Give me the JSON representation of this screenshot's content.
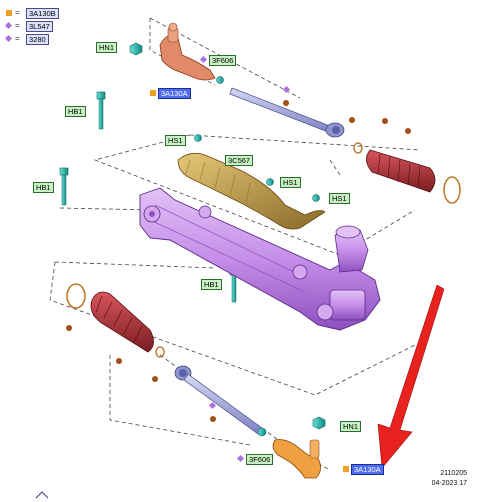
{
  "legend": [
    {
      "code": "3A130B",
      "marker": "square-orange",
      "eq": "="
    },
    {
      "code": "3L547",
      "marker": "diamond-purple",
      "eq": "="
    },
    {
      "code": "3280",
      "marker": "diamond-purple",
      "eq": "="
    }
  ],
  "callouts": {
    "hn1_top": "HN1",
    "hn1_bottom": "HN1",
    "3f606_top": "3F606",
    "3f606_bottom": "3F606",
    "3a130a_top": "3A130A",
    "3a130a_bottom": "3A130A",
    "hb1_upper": "HB1",
    "hb1_left": "HB1",
    "hb1_center": "HB1",
    "hs1_a": "HS1",
    "hs1_b": "HS1",
    "hs1_c": "HS1",
    "3c567": "3C567"
  },
  "footer": {
    "code": "2110205",
    "date": "04-2023 17"
  },
  "colors": {
    "rack": "#c58ee8",
    "rack_dark": "#8f4fc0",
    "boot": "#b0333a",
    "tierod": "#9aa0d8",
    "tierod_end_top": "#e08a6a",
    "tierod_end_bottom": "#f0a040",
    "bolt": "#20b8b0",
    "heatshield": "#c8a048",
    "arrow": "#e8231f",
    "ring": "#d07a3a"
  },
  "icons": [
    "bolt-icon",
    "nut-icon",
    "boot-icon",
    "tie-rod-icon",
    "tie-rod-end-icon",
    "clamp-icon",
    "rack-housing-icon",
    "heat-shield-icon",
    "arrow-icon"
  ]
}
